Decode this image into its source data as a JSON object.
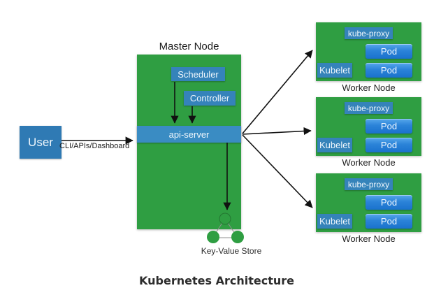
{
  "title": "Kubernetes Architecture",
  "colors": {
    "node_green": "#2f9e42",
    "box_blue": "#3583ba",
    "api_server_blue": "#3a8cc3",
    "pod_blue_top": "#57a7eb",
    "pod_blue_bottom": "#1a72cd",
    "arrow_black": "#111111",
    "background": "#ffffff"
  },
  "user": {
    "label": "User"
  },
  "edge_user_master": {
    "label": "CLI/APIs/Dashboard"
  },
  "master": {
    "label": "Master Node",
    "scheduler": "Scheduler",
    "controller": "Controller",
    "api_server": "api-server"
  },
  "kv_store": {
    "label": "Key-Value Store"
  },
  "workers": [
    {
      "label": "Worker Node",
      "kube_proxy": "kube-proxy",
      "kubelet": "Kubelet",
      "pods": [
        "Pod",
        "Pod"
      ]
    },
    {
      "label": "Worker Node",
      "kube_proxy": "kube-proxy",
      "kubelet": "Kubelet",
      "pods": [
        "Pod",
        "Pod"
      ]
    },
    {
      "label": "Worker Node",
      "kube_proxy": "kube-proxy",
      "kubelet": "Kubelet",
      "pods": [
        "Pod",
        "Pod"
      ]
    }
  ]
}
